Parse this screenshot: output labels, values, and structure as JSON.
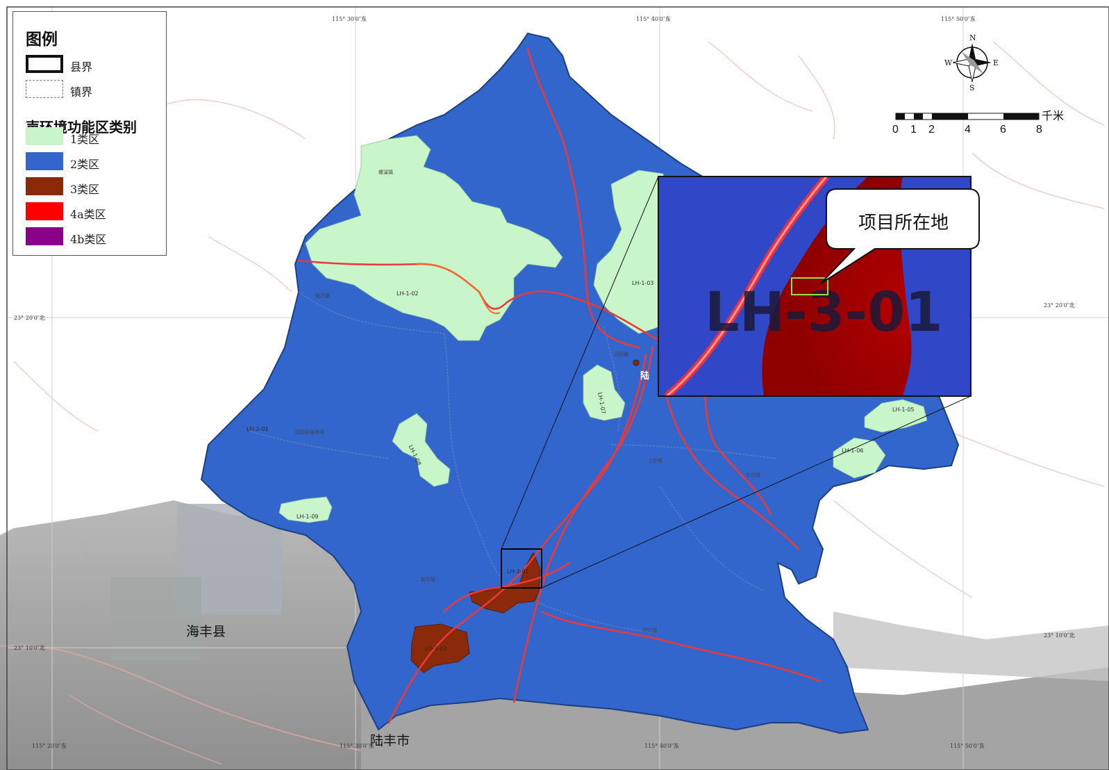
{
  "legend": {
    "title": "图例",
    "subtitle": "声环境功能区类别",
    "boundaries": [
      {
        "label": "县界"
      },
      {
        "label": "镇界"
      }
    ],
    "classes": [
      {
        "label": "1类区",
        "color": "#c9f5cb"
      },
      {
        "label": "2类区",
        "color": "#3266cc"
      },
      {
        "label": "3类区",
        "color": "#8a2a08"
      },
      {
        "label": "4a类区",
        "color": "#ff0000"
      },
      {
        "label": "4b类区",
        "color": "#8b008b"
      }
    ]
  },
  "coordinates": {
    "top": [
      "115° 30′0″东",
      "115° 40′0″东",
      "115° 50′0″东"
    ],
    "bottom": [
      "115° 20′0″东",
      "115° 30′0″东",
      "115° 40′0″东",
      "115° 50′0″东"
    ],
    "left": [
      "23° 20′0″北",
      "23° 10′0″北"
    ],
    "right": [
      "23° 20′0″北",
      "23° 10′0″北"
    ]
  },
  "compass": {
    "n": "N",
    "s": "S",
    "e": "E",
    "w": "W"
  },
  "scale": {
    "ticks": [
      "0",
      "1",
      "2",
      "4",
      "6",
      "8"
    ],
    "unit": "千米"
  },
  "callout": {
    "text": "项目所在地"
  },
  "inset_label": "LH-3-01",
  "zone_codes": {
    "lh102": "LH-1-02",
    "lh103": "LH-1-03",
    "lh107": "LH-1-07",
    "lh108": "LH-1-08",
    "lh109": "LH-1-09",
    "lh106": "LH-1-06",
    "lh105": "LH-1-05",
    "lh201": "LH-2-01",
    "lh301": "LH-3-01",
    "lh302": "LH-3-02"
  },
  "places": {
    "haifeng": "海丰县",
    "lufeng": "陆丰市",
    "lu": "陆",
    "town1": "南万镇",
    "town2": "国营吉溪林场",
    "town3": "新田镇",
    "town4": "河口镇",
    "town5": "东坑镇",
    "town6": "上护镇",
    "town7": "河田镇",
    "town8": "螺溪镇"
  },
  "colors": {
    "class1": "#c9f5cb",
    "class2": "#3266cc",
    "class3": "#8a2a08",
    "class4a": "#ff0000",
    "grid": "#cfcfcf"
  }
}
